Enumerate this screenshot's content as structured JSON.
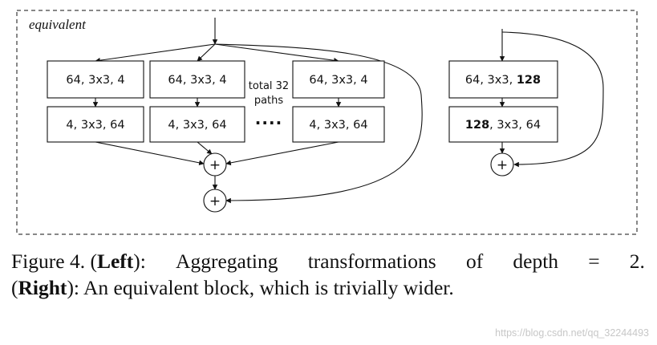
{
  "diagram": {
    "tag": "equivalent",
    "left": {
      "top_boxes": [
        "64, 3x3, 4",
        "64, 3x3, 4",
        "64, 3x3, 4"
      ],
      "bottom_boxes": [
        "4, 3x3, 64",
        "4, 3x3, 64",
        "4, 3x3, 64"
      ],
      "paths_note_line1": "total 32",
      "paths_note_line2": "paths",
      "ellipsis": "····"
    },
    "right": {
      "top_box_normal": "64, 3x3, ",
      "top_box_bold": "128",
      "bottom_box_bold": "128",
      "bottom_box_normal": ", 3x3, 64"
    },
    "sum_symbol": "+"
  },
  "caption": {
    "figure_label": "Figure 4. (",
    "left_bold": "Left",
    "left_close": "):",
    "left_text_1": "Aggregating",
    "left_text_2": "transformations",
    "left_text_3": "of",
    "left_text_4": "depth",
    "left_text_5": "=",
    "left_text_6": "2.",
    "right_open": "(",
    "right_bold": "Right",
    "right_text": "): An equivalent block, which is trivially wider."
  },
  "watermark": "https://blog.csdn.net/qq_32244493"
}
